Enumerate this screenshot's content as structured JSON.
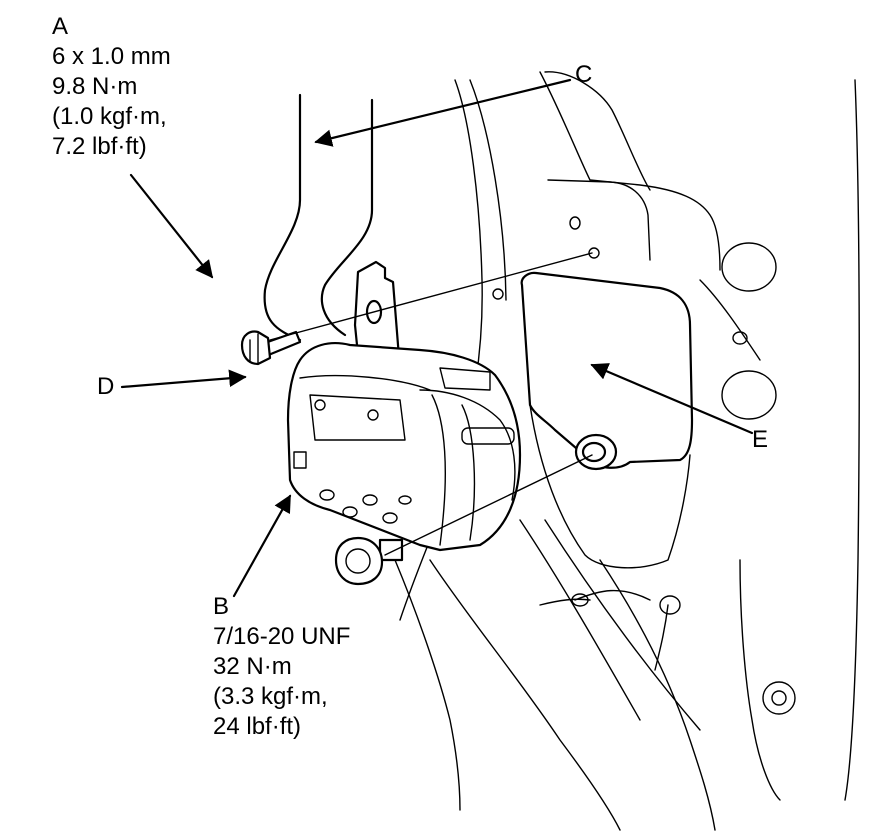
{
  "callouts": {
    "a": {
      "letter": "A",
      "lines": [
        "6 x 1.0 mm",
        "9.8 N·m",
        "(1.0 kgf·m,",
        "7.2 lbf·ft)"
      ]
    },
    "b": {
      "letter": "B",
      "lines": [
        "7/16-20 UNF",
        "32 N·m",
        "(3.3 kgf·m,",
        "24 lbf·ft)"
      ]
    },
    "c": {
      "letter": "C"
    },
    "d": {
      "letter": "D"
    },
    "e": {
      "letter": "E"
    }
  }
}
